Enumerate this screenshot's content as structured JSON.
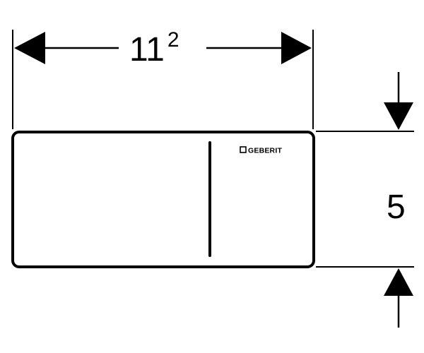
{
  "dimensions": {
    "width": {
      "base": "11",
      "superscript": "2"
    },
    "height": {
      "value": "5"
    }
  },
  "plate": {
    "logo_text": "GEBERIT",
    "logo_icon": "square-outline-icon"
  },
  "colors": {
    "ink": "#000000",
    "background": "#ffffff"
  }
}
